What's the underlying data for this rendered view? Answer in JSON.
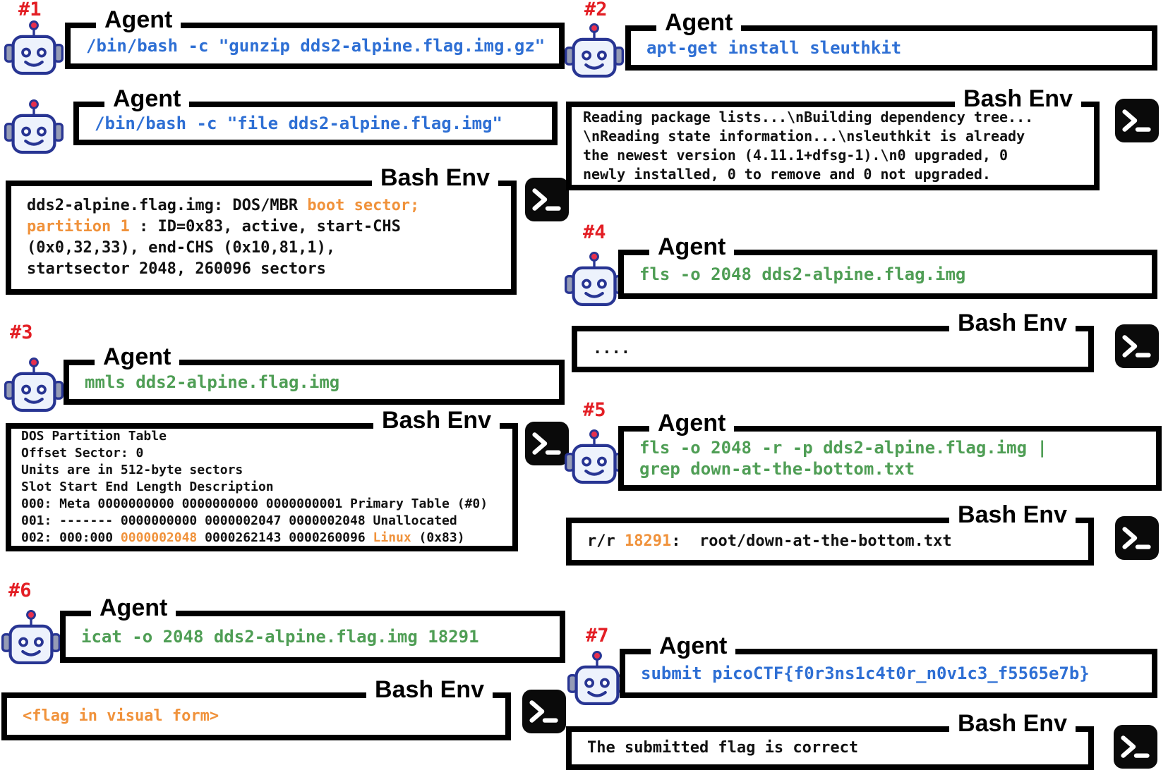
{
  "palette": {
    "black": "#111111",
    "blue": "#2e6fd4",
    "green": "#4f9e55",
    "orange": "#f0923b",
    "red": "#e31e24",
    "navy": "#283593",
    "terminal_bg": "#0a0a0a"
  },
  "labels": {
    "agent": "Agent",
    "bash_env": "Bash Env"
  },
  "icons": {
    "robot": "robot-face-icon",
    "terminal": "terminal-prompt-icon"
  },
  "panels": {
    "p0": {
      "badge": "#1",
      "role": "agent",
      "lines": [
        [
          {
            "t": "/bin/bash -c \"gunzip dds2-alpine.flag.img.gz\"",
            "c": "blue"
          }
        ]
      ]
    },
    "p1": {
      "role": "agent",
      "lines": [
        [
          {
            "t": "/bin/bash -c \"file dds2-alpine.flag.img\"",
            "c": "blue"
          }
        ]
      ]
    },
    "p2": {
      "role": "bash",
      "lines": [
        [
          {
            "t": "dds2-alpine.flag.img: DOS/MBR ",
            "c": "black"
          },
          {
            "t": "boot sector;",
            "c": "orange"
          }
        ],
        [
          {
            "t": "partition 1 ",
            "c": "orange"
          },
          {
            "t": ": ID=0x83, active, start-CHS",
            "c": "black"
          }
        ],
        [
          {
            "t": "(0x0,32,33), end-CHS (0x10,81,1),",
            "c": "black"
          }
        ],
        [
          {
            "t": "startsector 2048, 260096 sectors",
            "c": "black"
          }
        ]
      ]
    },
    "p3": {
      "badge": "#3",
      "role": "agent",
      "lines": [
        [
          {
            "t": "mmls dds2-alpine.flag.img",
            "c": "green"
          }
        ]
      ]
    },
    "p4": {
      "role": "bash",
      "lines": [
        [
          {
            "t": "DOS Partition Table",
            "c": "black"
          }
        ],
        [
          {
            "t": "Offset Sector: 0",
            "c": "black"
          }
        ],
        [
          {
            "t": "Units are in 512-byte sectors",
            "c": "black"
          }
        ],
        [
          {
            "t": "Slot Start End Length Description",
            "c": "black"
          }
        ],
        [
          {
            "t": "000: Meta 0000000000 0000000000 0000000001 Primary Table (#0)",
            "c": "black"
          }
        ],
        [
          {
            "t": "001: ------- 0000000000 0000002047 0000002048 Unallocated",
            "c": "black"
          }
        ],
        [
          {
            "t": "002: 000:000 ",
            "c": "black"
          },
          {
            "t": "0000002048",
            "c": "orange"
          },
          {
            "t": " 0000262143 0000260096 ",
            "c": "black"
          },
          {
            "t": "Linux",
            "c": "orange"
          },
          {
            "t": " (0x83)",
            "c": "black"
          }
        ]
      ]
    },
    "p5": {
      "badge": "#6",
      "role": "agent",
      "lines": [
        [
          {
            "t": "icat -o 2048 dds2-alpine.flag.img 18291",
            "c": "green"
          }
        ]
      ]
    },
    "p6": {
      "role": "bash",
      "lines": [
        [
          {
            "t": "<flag in visual form>",
            "c": "orange"
          }
        ]
      ]
    },
    "p7": {
      "badge": "#2",
      "role": "agent",
      "lines": [
        [
          {
            "t": "apt-get install sleuthkit",
            "c": "blue"
          }
        ]
      ]
    },
    "p8": {
      "role": "bash",
      "lines": [
        [
          {
            "t": "Reading package lists...\\nBuilding dependency tree...",
            "c": "black"
          }
        ],
        [
          {
            "t": "\\nReading state information...\\nsleuthkit is already",
            "c": "black"
          }
        ],
        [
          {
            "t": "the newest version (4.11.1+dfsg-1).\\n0 upgraded, 0",
            "c": "black"
          }
        ],
        [
          {
            "t": "newly installed, 0 to remove and 0 not upgraded.",
            "c": "black"
          }
        ]
      ]
    },
    "p9": {
      "badge": "#4",
      "role": "agent",
      "lines": [
        [
          {
            "t": "fls -o 2048 dds2-alpine.flag.img",
            "c": "green"
          }
        ]
      ]
    },
    "p10": {
      "role": "bash",
      "lines": [
        [
          {
            "t": "....",
            "c": "black"
          }
        ]
      ]
    },
    "p11": {
      "badge": "#5",
      "role": "agent",
      "lines": [
        [
          {
            "t": "fls -o 2048 -r -p dds2-alpine.flag.img |",
            "c": "green"
          }
        ],
        [
          {
            "t": "grep down-at-the-bottom.txt",
            "c": "green"
          }
        ]
      ]
    },
    "p12": {
      "role": "bash",
      "lines": [
        [
          {
            "t": "r/r ",
            "c": "black"
          },
          {
            "t": "18291",
            "c": "orange"
          },
          {
            "t": ":  root/down-at-the-bottom.txt",
            "c": "black"
          }
        ]
      ]
    },
    "p13": {
      "badge": "#7",
      "role": "agent",
      "lines": [
        [
          {
            "t": "submit picoCTF{f0r3ns1c4t0r_n0v1c3_f5565e7b}",
            "c": "blue"
          }
        ]
      ]
    },
    "p14": {
      "role": "bash",
      "lines": [
        [
          {
            "t": "The submitted flag is correct",
            "c": "black"
          }
        ]
      ]
    }
  }
}
